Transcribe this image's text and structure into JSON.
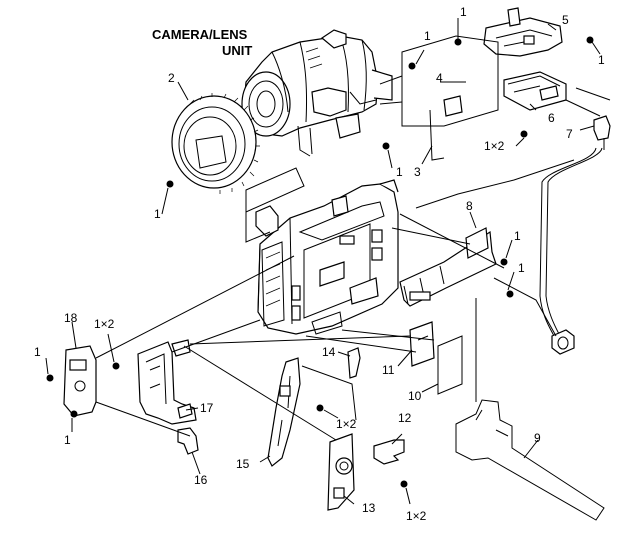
{
  "title_line1": "CAMERA/LENS",
  "title_line2": "UNIT",
  "callouts": [
    {
      "id": "c1a",
      "text": "1"
    },
    {
      "id": "c5",
      "text": "5"
    },
    {
      "id": "c1b",
      "text": "1"
    },
    {
      "id": "c1c",
      "text": "1"
    },
    {
      "id": "c2",
      "text": "2"
    },
    {
      "id": "c4",
      "text": "4"
    },
    {
      "id": "c6",
      "text": "6"
    },
    {
      "id": "c7",
      "text": "7"
    },
    {
      "id": "c1x2a",
      "text": "1×2"
    },
    {
      "id": "c3",
      "text": "3"
    },
    {
      "id": "c1d",
      "text": "1"
    },
    {
      "id": "c1e",
      "text": "1"
    },
    {
      "id": "c8",
      "text": "8"
    },
    {
      "id": "c1f",
      "text": "1"
    },
    {
      "id": "c1g",
      "text": "1"
    },
    {
      "id": "c18",
      "text": "18"
    },
    {
      "id": "c1x2b",
      "text": "1×2"
    },
    {
      "id": "c1h",
      "text": "1"
    },
    {
      "id": "c14",
      "text": "14"
    },
    {
      "id": "c11",
      "text": "11"
    },
    {
      "id": "c10",
      "text": "10"
    },
    {
      "id": "c17",
      "text": "17"
    },
    {
      "id": "c1x2c",
      "text": "1×2"
    },
    {
      "id": "c12",
      "text": "12"
    },
    {
      "id": "c9",
      "text": "9"
    },
    {
      "id": "c1i",
      "text": "1"
    },
    {
      "id": "c15",
      "text": "15"
    },
    {
      "id": "c16",
      "text": "16"
    },
    {
      "id": "c13",
      "text": "13"
    },
    {
      "id": "c1x2d",
      "text": "1×2"
    }
  ]
}
